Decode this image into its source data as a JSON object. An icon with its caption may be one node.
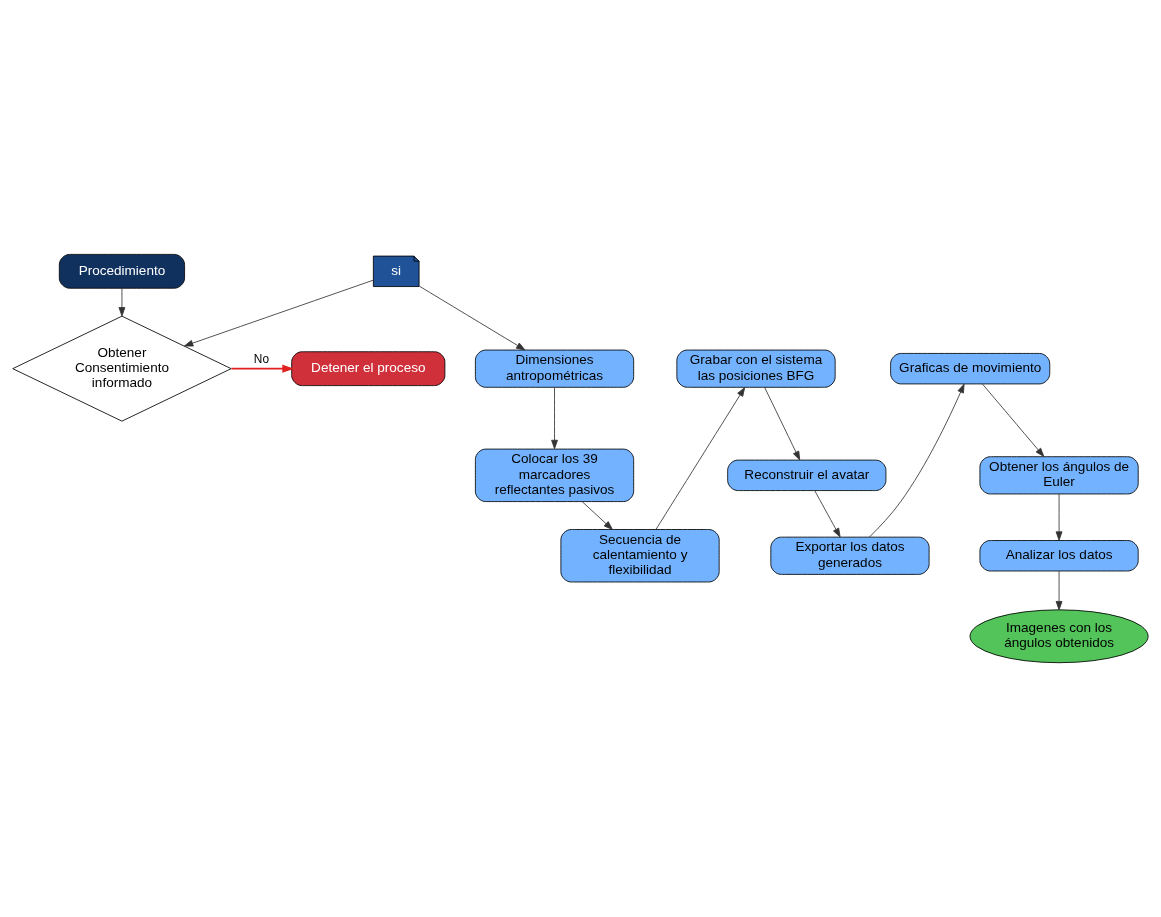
{
  "diagram": {
    "nodes": [
      {
        "text": [
          "Procedimiento"
        ]
      },
      {
        "text": [
          "Obtener",
          "Consentimiento informado"
        ]
      },
      {
        "text": [
          "si"
        ]
      },
      {
        "text": [
          "Detener el proceso"
        ]
      },
      {
        "text": [
          "Dimensiones antropométricas"
        ]
      },
      {
        "text": [
          "Colocar los 39 marcadores reflectantes pasivos"
        ]
      },
      {
        "text": [
          "Secuencia de calentamiento y flexibilidad"
        ]
      },
      {
        "text": [
          "Grabar con el sistema las posiciones BFG"
        ]
      },
      {
        "text": [
          "Reconstruir el avatar"
        ]
      },
      {
        "text": [
          "Exportar los datos generados"
        ]
      },
      {
        "text": [
          "Graficas de movimiento"
        ]
      },
      {
        "text": [
          "Obtener los ángulos de Euler"
        ]
      },
      {
        "text": [
          "Analizar los datos"
        ]
      },
      {
        "text": [
          "Imagenes con los ángulos obtenidos"
        ]
      }
    ],
    "edges": [
      {
        "from": 0,
        "to": 1,
        "arrow": "to"
      },
      {
        "from": 2,
        "to": 1,
        "arrow": "to"
      },
      {
        "from": 1,
        "to": 3,
        "arrow": "to",
        "label": "No",
        "color": "#e02020"
      },
      {
        "from": 2,
        "to": 4,
        "arrow": "to"
      },
      {
        "from": 4,
        "to": 5,
        "arrow": "to"
      },
      {
        "from": 5,
        "to": 6,
        "arrow": "to"
      },
      {
        "from": 6,
        "to": 7,
        "arrow": "to"
      },
      {
        "from": 7,
        "to": 8,
        "arrow": "to"
      },
      {
        "from": 8,
        "to": 9,
        "arrow": "to"
      },
      {
        "from": 9,
        "to": 10,
        "arrow": "to"
      },
      {
        "from": 10,
        "to": 11,
        "arrow": "to"
      },
      {
        "from": 11,
        "to": 12,
        "arrow": "to"
      },
      {
        "from": 12,
        "to": 13,
        "arrow": "to"
      }
    ]
  }
}
